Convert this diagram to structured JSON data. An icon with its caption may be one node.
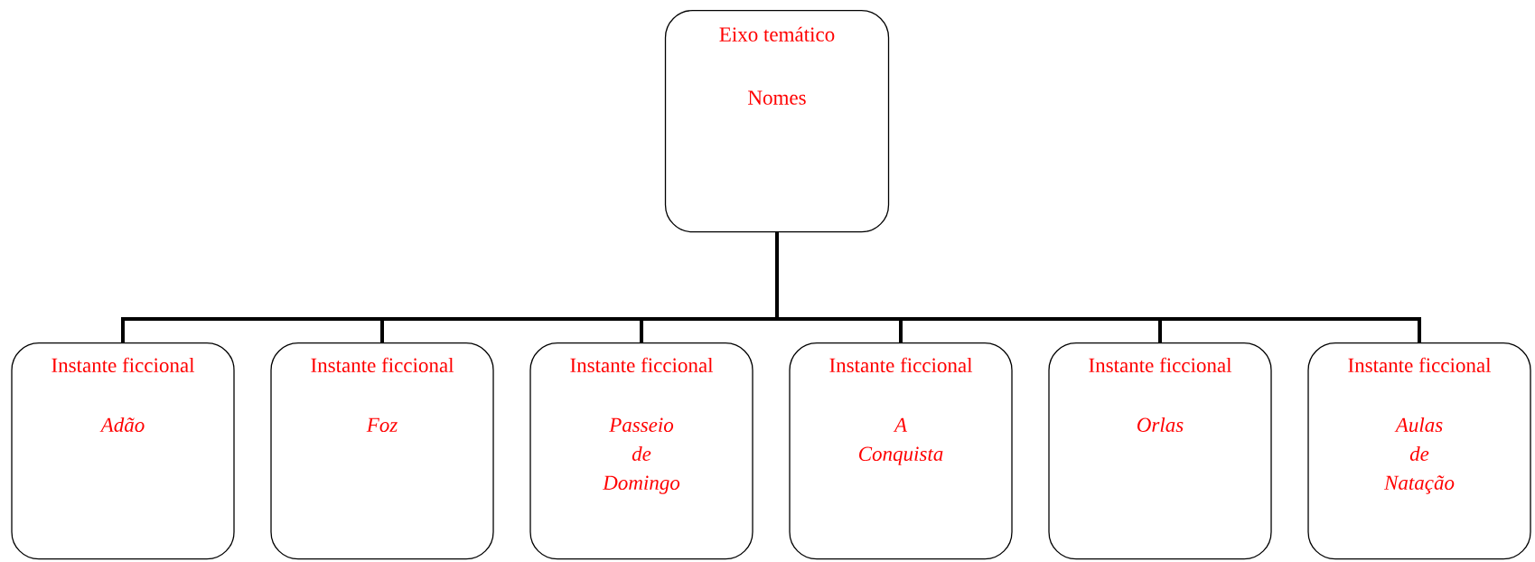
{
  "diagram": {
    "nodes": [
      {
        "text": [
          "Eixo temático",
          "Nomes"
        ]
      },
      {
        "text": [
          "Instante ficcional",
          "Adão"
        ]
      },
      {
        "text": [
          "Instante ficcional",
          "Foz"
        ]
      },
      {
        "text": [
          "Instante ficcional",
          "Passeio de Domingo"
        ]
      },
      {
        "text": [
          "Instante ficcional",
          "A Conquista"
        ]
      },
      {
        "text": [
          "Instante ficcional",
          "Orlas"
        ]
      },
      {
        "text": [
          "Instante ficcional",
          "Aulas de Natação"
        ]
      }
    ],
    "edges": [
      {
        "from": 0,
        "to": 1,
        "arrow": "none"
      },
      {
        "from": 0,
        "to": 2,
        "arrow": "none"
      },
      {
        "from": 0,
        "to": 3,
        "arrow": "none"
      },
      {
        "from": 0,
        "to": 4,
        "arrow": "none"
      },
      {
        "from": 0,
        "to": 5,
        "arrow": "none"
      },
      {
        "from": 0,
        "to": 6,
        "arrow": "none"
      }
    ]
  }
}
